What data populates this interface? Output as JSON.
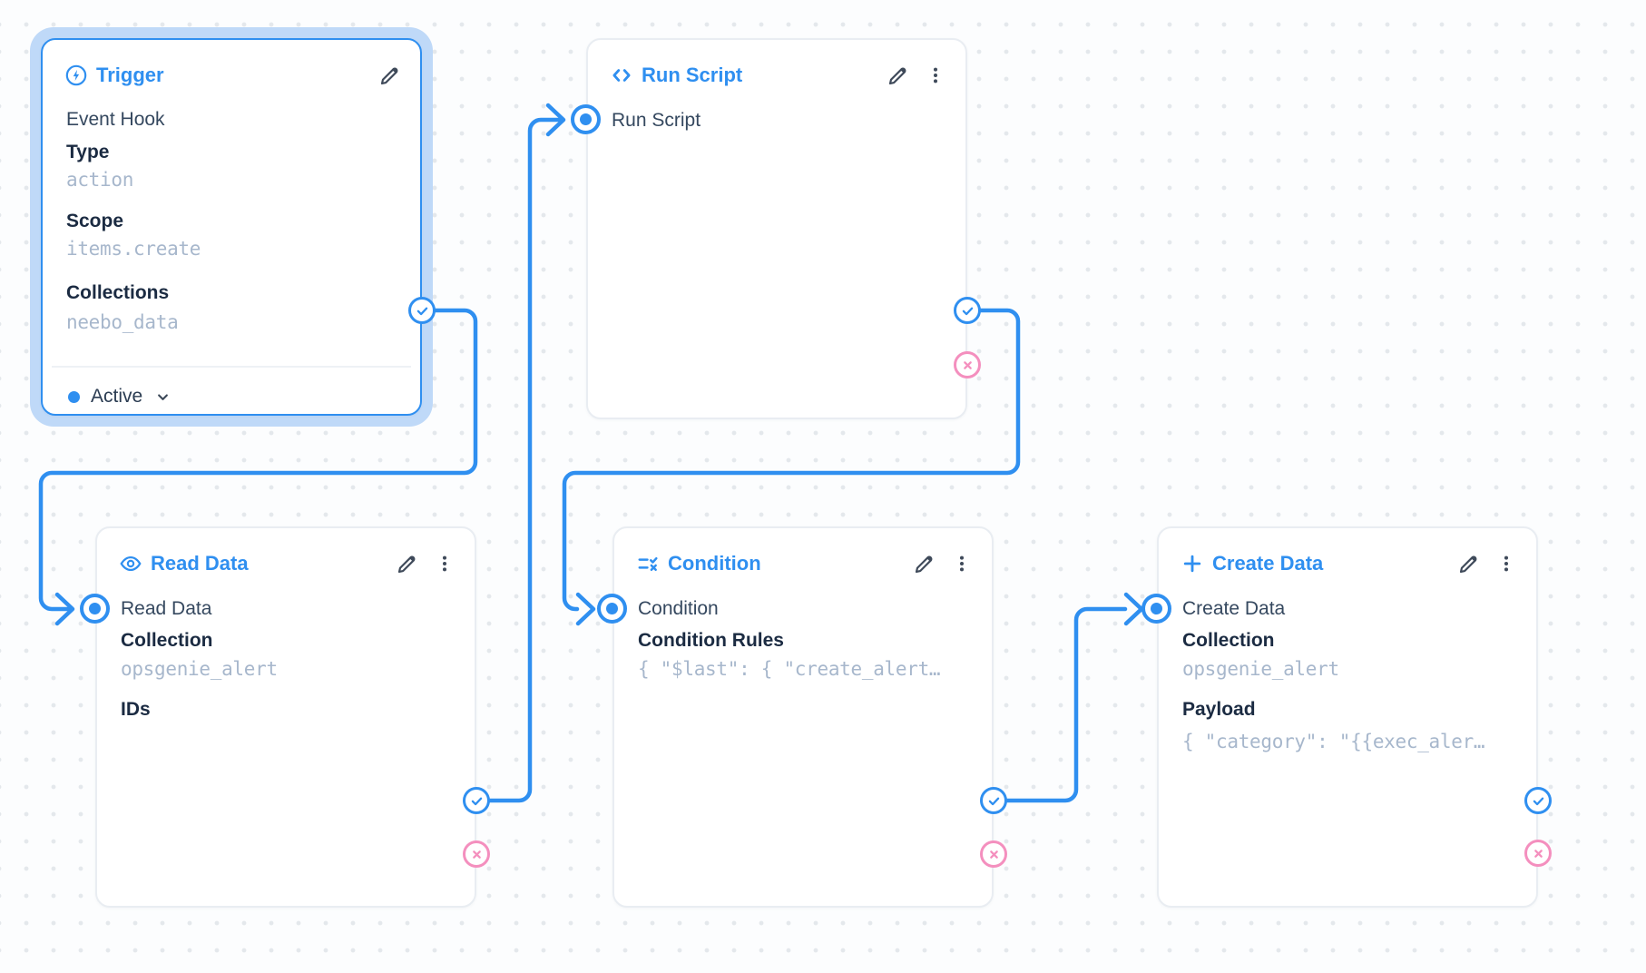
{
  "colors": {
    "accent": "#2f8ff0",
    "glow": "#bfd9f8",
    "reject": "#f48fbe",
    "node_border": "#e9edf2",
    "label": "#1b2b42",
    "text": "#35485f",
    "mono": "#a7b7cc",
    "dot": "#e4e8ec",
    "bg": "#fcfdfe"
  },
  "icons": {
    "trigger": "bolt-circle",
    "run_script": "code-brackets",
    "read_data": "eye",
    "condition": "rule-check-x",
    "create_data": "plus",
    "edit": "pencil",
    "more": "kebab-dots",
    "status": "chevron-down"
  },
  "nodes": {
    "trigger": {
      "title": "Trigger",
      "name": "Event Hook",
      "status": "Active",
      "fields": [
        {
          "label": "Type",
          "value": "action"
        },
        {
          "label": "Scope",
          "value": "items.create"
        },
        {
          "label": "Collections",
          "value": "neebo_data"
        }
      ]
    },
    "run_script": {
      "title": "Run Script",
      "name": "Run Script"
    },
    "read_data": {
      "title": "Read Data",
      "name": "Read Data",
      "fields": [
        {
          "label": "Collection",
          "value": "opsgenie_alert"
        },
        {
          "label": "IDs"
        }
      ]
    },
    "condition": {
      "title": "Condition",
      "name": "Condition",
      "fields": [
        {
          "label": "Condition Rules",
          "value": "{ \"$last\": { \"create_alert…"
        }
      ]
    },
    "create_data": {
      "title": "Create Data",
      "name": "Create Data",
      "fields": [
        {
          "label": "Collection",
          "value": "opsgenie_alert"
        },
        {
          "label": "Payload",
          "value": "{ \"category\": \"{{exec_aler…"
        }
      ]
    }
  }
}
